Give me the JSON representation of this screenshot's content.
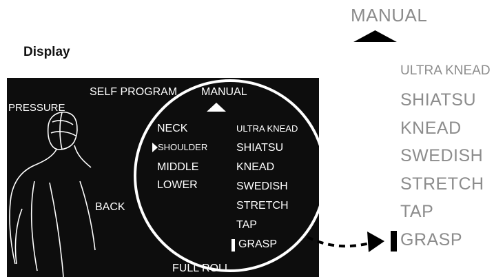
{
  "display_label": "Display",
  "screen": {
    "pressure_label": "PRESSURE",
    "self_program_label": "SELF PROGRAM",
    "manual_label": "MANUAL",
    "back_label": "BACK",
    "full_roll_label": "FULL ROLL",
    "areas": [
      "NECK",
      "SHOULDER",
      "MIDDLE",
      "LOWER"
    ],
    "selected_area": "SHOULDER",
    "techniques": [
      "ULTRA KNEAD",
      "SHIATSU",
      "KNEAD",
      "SWEDISH",
      "STRETCH",
      "TAP",
      "GRASP"
    ],
    "selected_technique": "GRASP"
  },
  "magnified": {
    "manual_label": "MANUAL",
    "techniques": [
      "ULTRA KNEAD",
      "SHIATSU",
      "KNEAD",
      "SWEDISH",
      "STRETCH",
      "TAP",
      "GRASP"
    ],
    "selected_technique": "GRASP"
  },
  "colors": {
    "screen_bg": "#0d0d0d",
    "screen_text": "#ffffff",
    "side_text": "#8c8c8c",
    "arrow": "#000000"
  },
  "icons": [
    "body-outline-icon",
    "up-triangle-icon",
    "selection-arrow-icon",
    "cursor-bar-icon",
    "dashed-arrow-icon"
  ]
}
